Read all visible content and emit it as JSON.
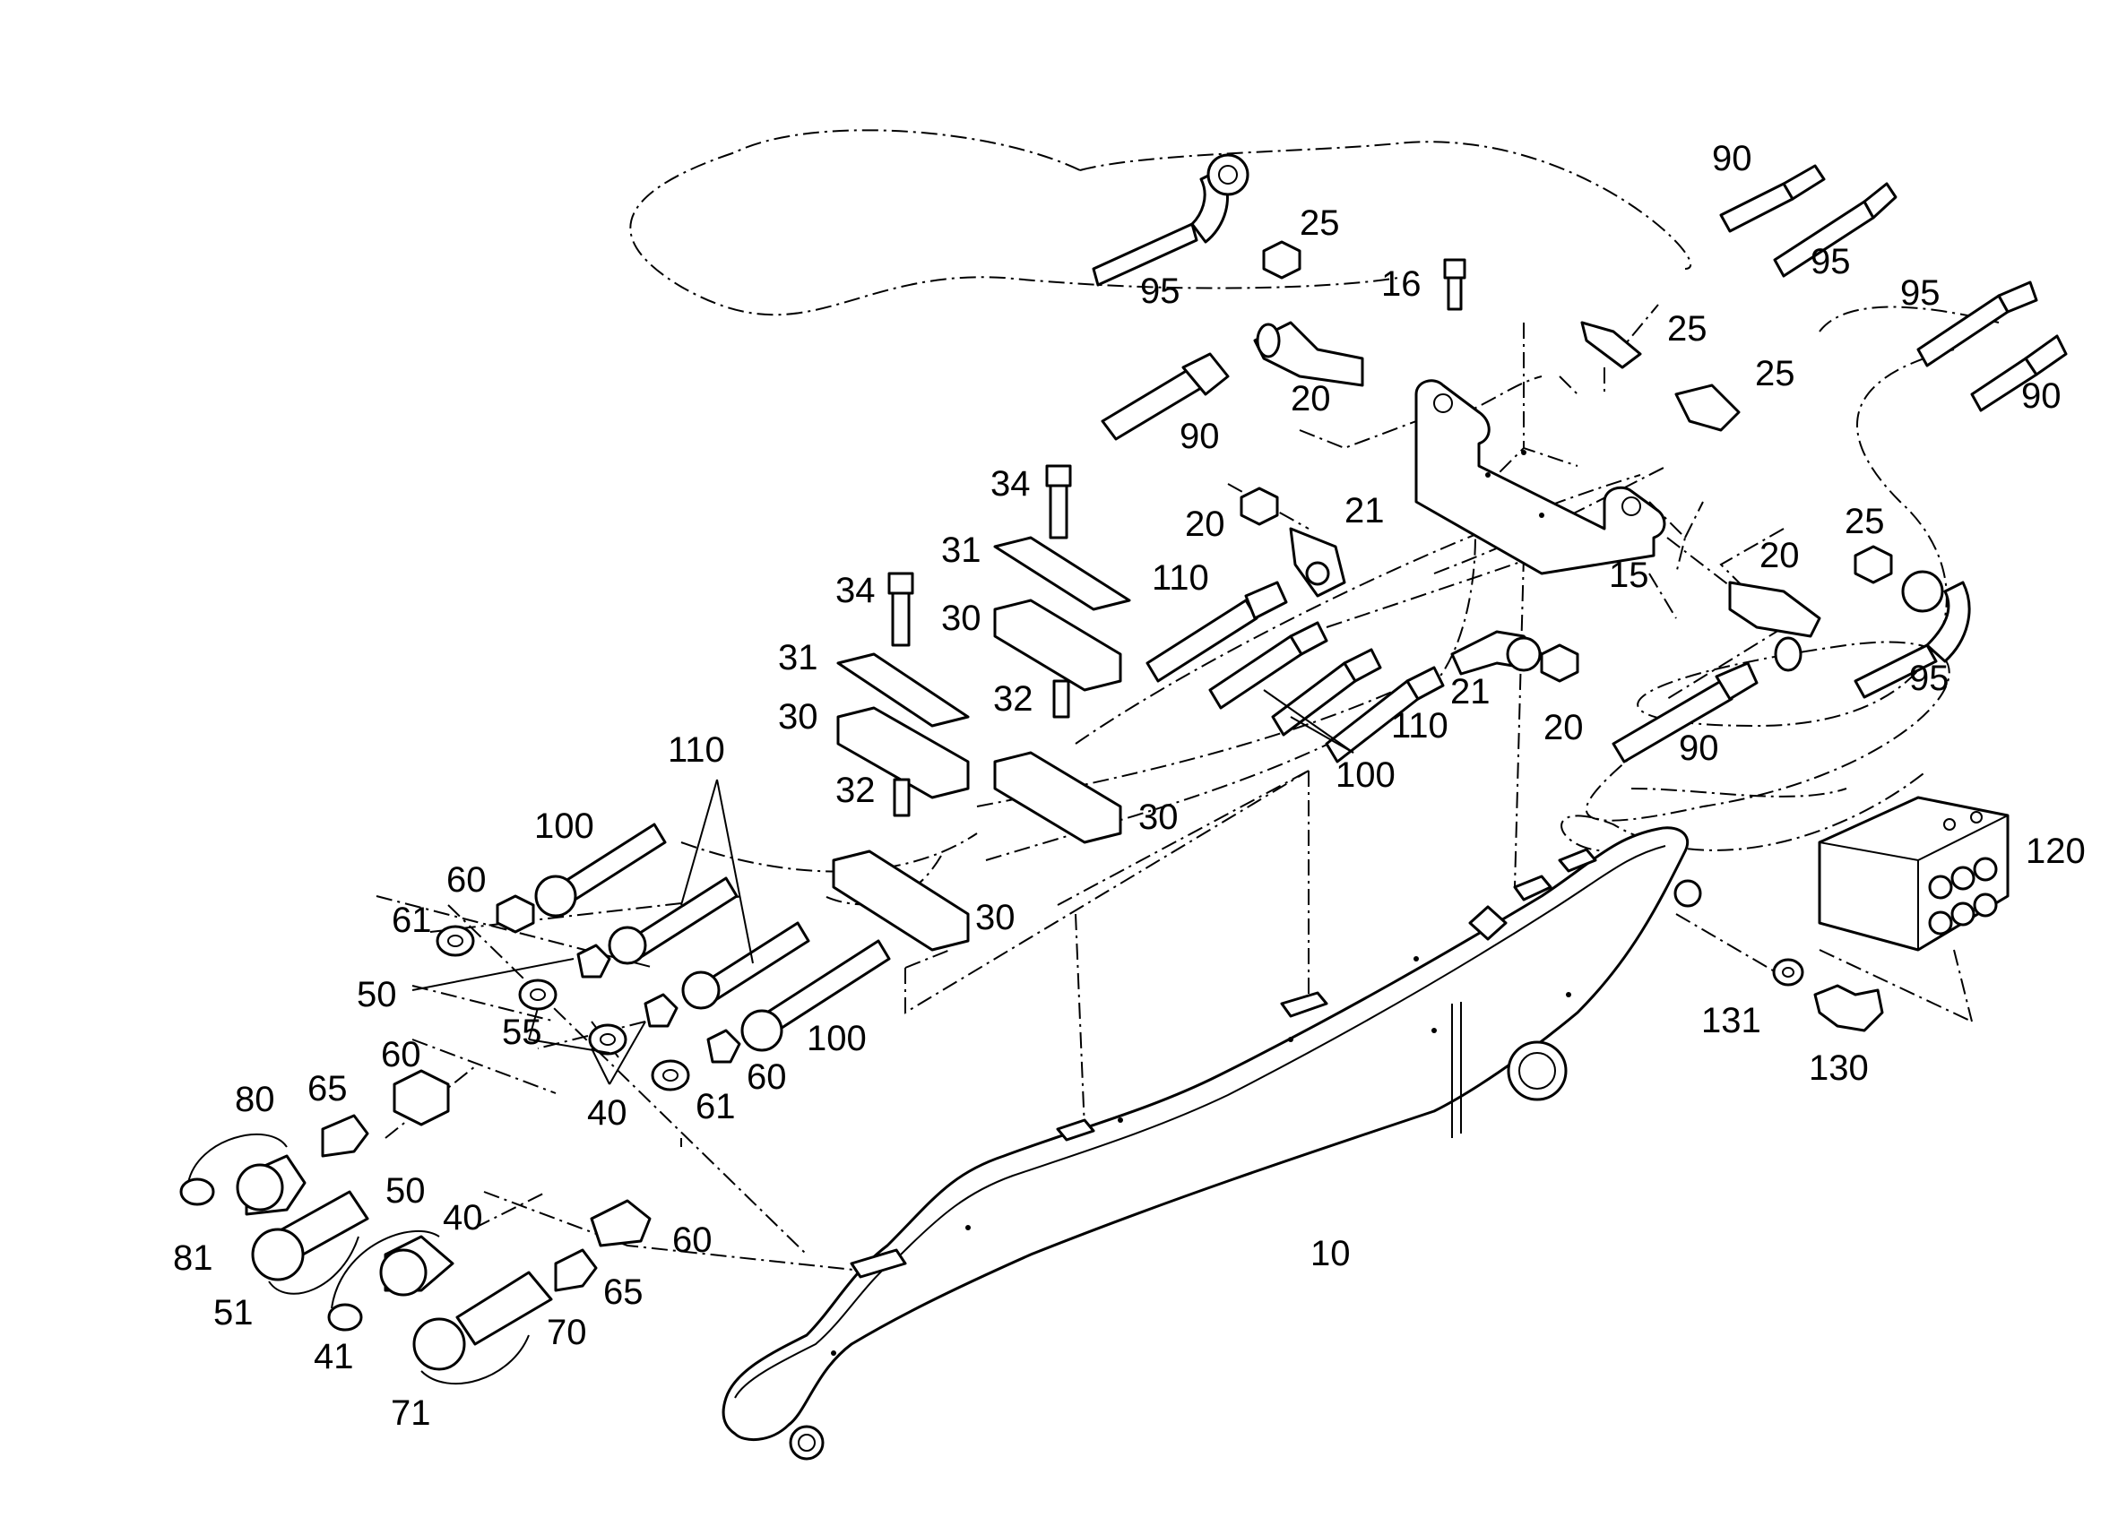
{
  "callouts": [
    {
      "id": "c10",
      "text": "10"
    },
    {
      "id": "c15",
      "text": "15"
    },
    {
      "id": "c16",
      "text": "16"
    },
    {
      "id": "c20a",
      "text": "20"
    },
    {
      "id": "c20b",
      "text": "20"
    },
    {
      "id": "c20c",
      "text": "20"
    },
    {
      "id": "c20d",
      "text": "20"
    },
    {
      "id": "c21a",
      "text": "21"
    },
    {
      "id": "c21b",
      "text": "21"
    },
    {
      "id": "c25a",
      "text": "25"
    },
    {
      "id": "c25b",
      "text": "25"
    },
    {
      "id": "c25c",
      "text": "25"
    },
    {
      "id": "c25d",
      "text": "25"
    },
    {
      "id": "c30a",
      "text": "30"
    },
    {
      "id": "c30b",
      "text": "30"
    },
    {
      "id": "c30c",
      "text": "30"
    },
    {
      "id": "c30d",
      "text": "30"
    },
    {
      "id": "c31a",
      "text": "31"
    },
    {
      "id": "c31b",
      "text": "31"
    },
    {
      "id": "c32a",
      "text": "32"
    },
    {
      "id": "c32b",
      "text": "32"
    },
    {
      "id": "c34a",
      "text": "34"
    },
    {
      "id": "c34b",
      "text": "34"
    },
    {
      "id": "c40a",
      "text": "40"
    },
    {
      "id": "c40b",
      "text": "40"
    },
    {
      "id": "c41",
      "text": "41"
    },
    {
      "id": "c50a",
      "text": "50"
    },
    {
      "id": "c50b",
      "text": "50"
    },
    {
      "id": "c51",
      "text": "51"
    },
    {
      "id": "c55",
      "text": "55"
    },
    {
      "id": "c60a",
      "text": "60"
    },
    {
      "id": "c60b",
      "text": "60"
    },
    {
      "id": "c60c",
      "text": "60"
    },
    {
      "id": "c60d",
      "text": "60"
    },
    {
      "id": "c61a",
      "text": "61"
    },
    {
      "id": "c61b",
      "text": "61"
    },
    {
      "id": "c65a",
      "text": "65"
    },
    {
      "id": "c65b",
      "text": "65"
    },
    {
      "id": "c70",
      "text": "70"
    },
    {
      "id": "c71",
      "text": "71"
    },
    {
      "id": "c80",
      "text": "80"
    },
    {
      "id": "c81",
      "text": "81"
    },
    {
      "id": "c90a",
      "text": "90"
    },
    {
      "id": "c90b",
      "text": "90"
    },
    {
      "id": "c90c",
      "text": "90"
    },
    {
      "id": "c90d",
      "text": "90"
    },
    {
      "id": "c95a",
      "text": "95"
    },
    {
      "id": "c95b",
      "text": "95"
    },
    {
      "id": "c95c",
      "text": "95"
    },
    {
      "id": "c95d",
      "text": "95"
    },
    {
      "id": "c100a",
      "text": "100"
    },
    {
      "id": "c100b",
      "text": "100"
    },
    {
      "id": "c100c",
      "text": "100"
    },
    {
      "id": "c110a",
      "text": "110"
    },
    {
      "id": "c110b",
      "text": "110"
    },
    {
      "id": "c110c",
      "text": "110"
    },
    {
      "id": "c120",
      "text": "120"
    },
    {
      "id": "c130",
      "text": "130"
    },
    {
      "id": "c131",
      "text": "131"
    }
  ]
}
